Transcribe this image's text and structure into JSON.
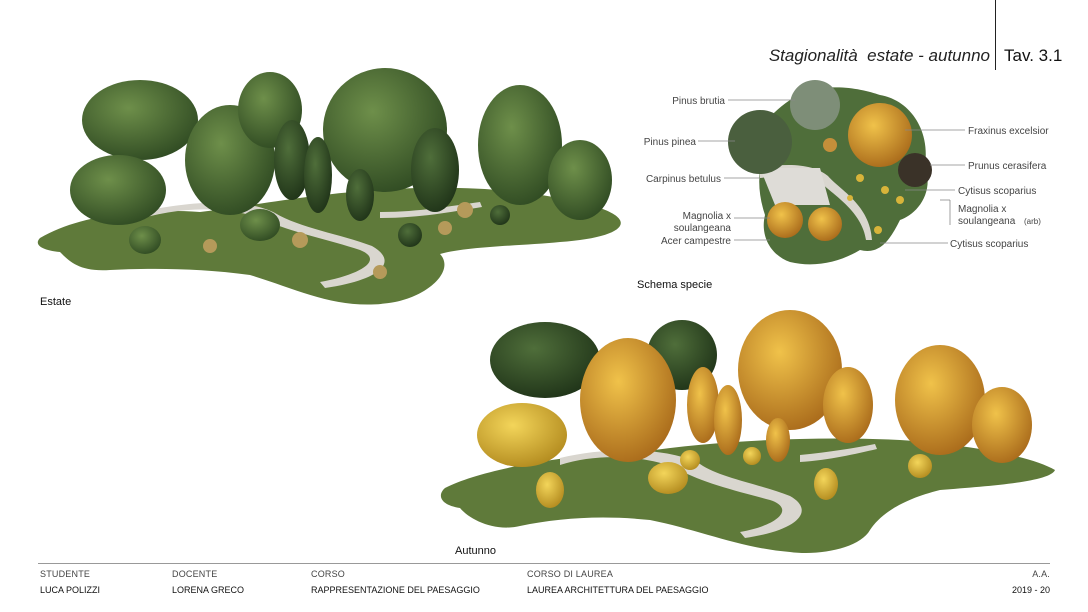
{
  "header": {
    "title": "Stagionalità  estate - autunno",
    "tav": "Tav. 3.1"
  },
  "captions": {
    "estate": "Estate",
    "schema": "Schema specie",
    "autunno": "Autunno"
  },
  "schema_labels": {
    "pinus_brutia": "Pinus brutia",
    "pinus_pinea": "Pinus pinea",
    "carpinus_betulus": "Carpinus betulus",
    "magnolia_line1": "Magnolia x",
    "magnolia_line2": "soulangeana",
    "acer_campestre": "Acer campestre",
    "fraxinus_excelsior": "Fraxinus excelsior",
    "prunus_cerasifera": "Prunus cerasifera",
    "cytisus_1": "Cytisus scoparius",
    "magnolia_arb_line1": "Magnolia x",
    "magnolia_arb_line2": "soulangeana",
    "magnolia_arb_suffix": "(arb)",
    "cytisus_2": "Cytisus scoparius"
  },
  "footer": {
    "studente_label": "STUDENTE",
    "studente_value": "LUCA POLIZZI",
    "docente_label": "DOCENTE",
    "docente_value": "LORENA GRECO",
    "corso_label": "CORSO",
    "corso_value": "RAPPRESENTAZIONE DEL PAESAGGIO",
    "laurea_label": "CORSO DI LAUREA",
    "laurea_value": "LAUREA ARCHITETTURA DEL PAESAGGIO",
    "aa_label": "A.A.",
    "aa_value": "2019 - 20"
  },
  "colors": {
    "grass": "#5f7a3a",
    "path": "#d9d6cf",
    "summer_tree": "#3d5a2c",
    "autumn_tree": "#c9912a"
  }
}
